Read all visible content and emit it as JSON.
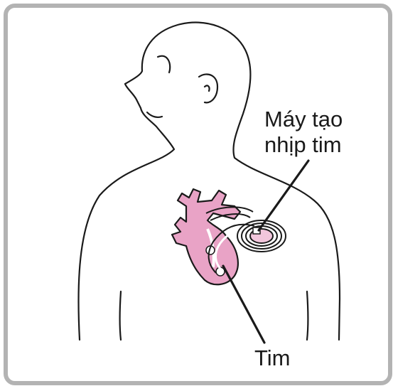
{
  "labels": {
    "pacemaker_line1": "Máy tạo",
    "pacemaker_line2": "nhịp tim",
    "heart": "Tim"
  },
  "colors": {
    "frame": "#b3b3b3",
    "outline": "#1a1a1a",
    "heart_fill": "#e9a3c6",
    "device_fill": "#f2c6dc"
  }
}
